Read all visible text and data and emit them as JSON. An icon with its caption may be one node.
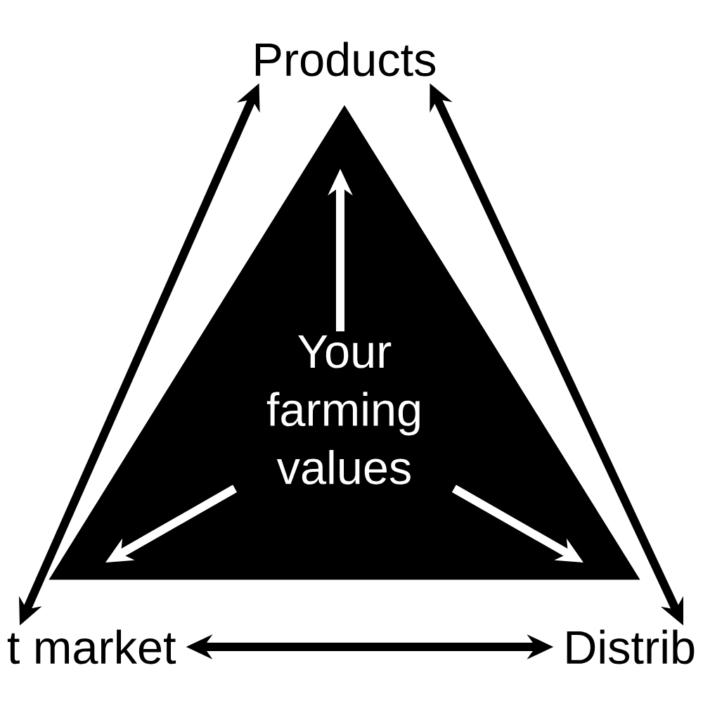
{
  "diagram": {
    "nodes": [
      {
        "text": [
          "Products"
        ]
      },
      {
        "text": [],
        "shape": "triangle"
      },
      {
        "text": [
          "Your farming values"
        ],
        "in": 1
      },
      {
        "text": [
          "t market"
        ]
      },
      {
        "text": [
          "Distrib"
        ]
      }
    ],
    "edges": [
      {
        "from": 0,
        "to": 3,
        "arrow": "both"
      },
      {
        "from": 0,
        "to": 4,
        "arrow": "both"
      },
      {
        "from": 3,
        "to": 4,
        "arrow": "both"
      },
      {
        "from": 2,
        "to": null,
        "arrow": "to",
        "color": "#ffffff"
      },
      {
        "from": 2,
        "to": null,
        "arrow": "to",
        "color": "#ffffff"
      },
      {
        "from": 2,
        "to": null,
        "arrow": "to",
        "color": "#ffffff"
      }
    ]
  }
}
